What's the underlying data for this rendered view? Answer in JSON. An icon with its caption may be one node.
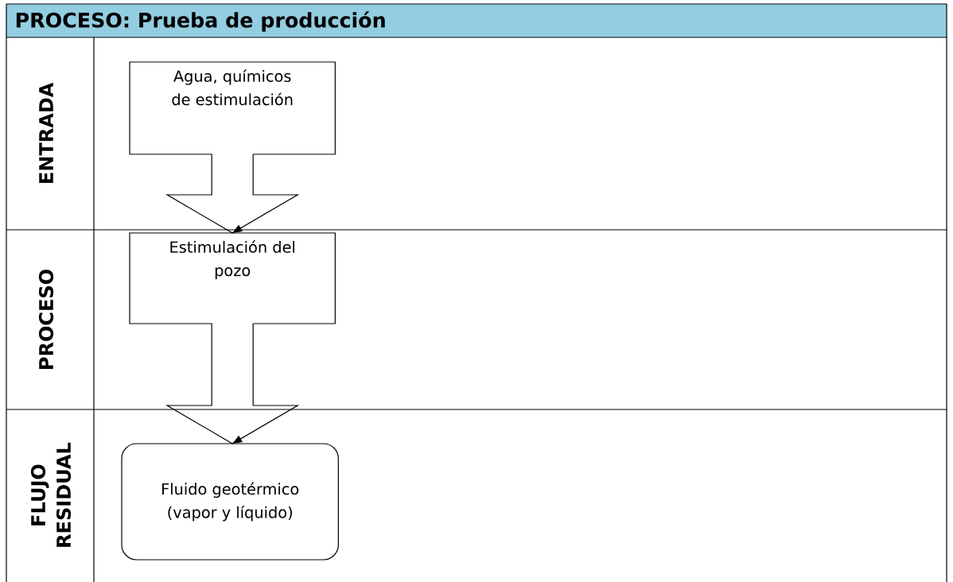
{
  "diagram": {
    "title": "PROCESO: Prueba de producción",
    "nodes": [
      {
        "text": [
          "Agua, químicos de estimulación"
        ]
      },
      {
        "text": [
          "Estimulación del pozo"
        ]
      },
      {
        "text": [
          "Fluido geotérmico (vapor y líquido)"
        ]
      }
    ],
    "edges": [
      {
        "from": 0,
        "to": 1,
        "arrow": "to"
      },
      {
        "from": 1,
        "to": 2,
        "arrow": "to"
      }
    ],
    "labels": [
      "ENTRADA",
      "PROCESO",
      "FLUJO RESIDUAL"
    ]
  }
}
